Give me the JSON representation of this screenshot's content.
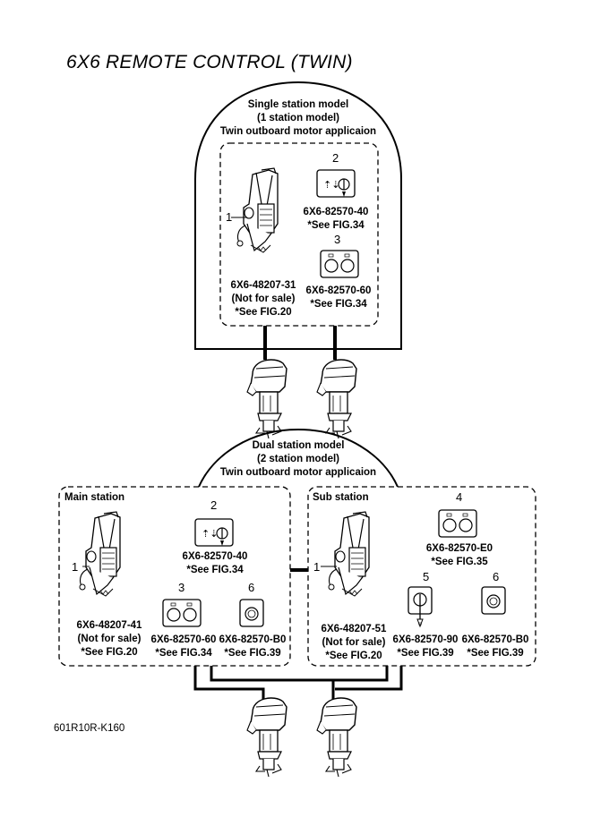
{
  "page": {
    "title": "6X6 REMOTE CONTROL (TWIN)",
    "code": "601R10R-K160"
  },
  "single": {
    "header": [
      "Single station model",
      "(1 station model)",
      "Twin outboard motor applicaion"
    ],
    "items": [
      {
        "num": "1",
        "part": "6X6-48207-31",
        "note": "(Not for sale)",
        "ref": "*See FIG.20",
        "icon": "remote-control-box-icon"
      },
      {
        "num": "2",
        "part": "6X6-82570-40",
        "ref": "*See FIG.34",
        "icon": "switch-panel-icon"
      },
      {
        "num": "3",
        "part": "6X6-82570-60",
        "ref": "*See FIG.34",
        "icon": "twin-gauge-panel-icon"
      }
    ]
  },
  "dual": {
    "header": [
      "Dual station model",
      "(2 station model)",
      "Twin outboard motor applicaion"
    ],
    "main": {
      "label": "Main station",
      "items": [
        {
          "num": "1",
          "part": "6X6-48207-41",
          "note": "(Not for sale)",
          "ref": "*See FIG.20",
          "icon": "remote-control-box-icon"
        },
        {
          "num": "2",
          "part": "6X6-82570-40",
          "ref": "*See FIG.34",
          "icon": "switch-panel-icon"
        },
        {
          "num": "3",
          "part": "6X6-82570-60",
          "ref": "*See FIG.34",
          "icon": "twin-gauge-panel-icon"
        },
        {
          "num": "6",
          "part": "6X6-82570-B0",
          "ref": "*See FIG.39",
          "icon": "single-switch-panel-icon"
        }
      ]
    },
    "sub": {
      "label": "Sub station",
      "items": [
        {
          "num": "1",
          "part": "6X6-48207-51",
          "note": "(Not for sale)",
          "ref": "*See FIG.20",
          "icon": "remote-control-box-icon"
        },
        {
          "num": "4",
          "part": "6X6-82570-E0",
          "ref": "*See FIG.35",
          "icon": "twin-gauge-panel-icon"
        },
        {
          "num": "5",
          "part": "6X6-82570-90",
          "ref": "*See FIG.39",
          "icon": "key-switch-panel-icon"
        },
        {
          "num": "6",
          "part": "6X6-82570-B0",
          "ref": "*See FIG.39",
          "icon": "single-switch-panel-icon"
        }
      ]
    }
  }
}
